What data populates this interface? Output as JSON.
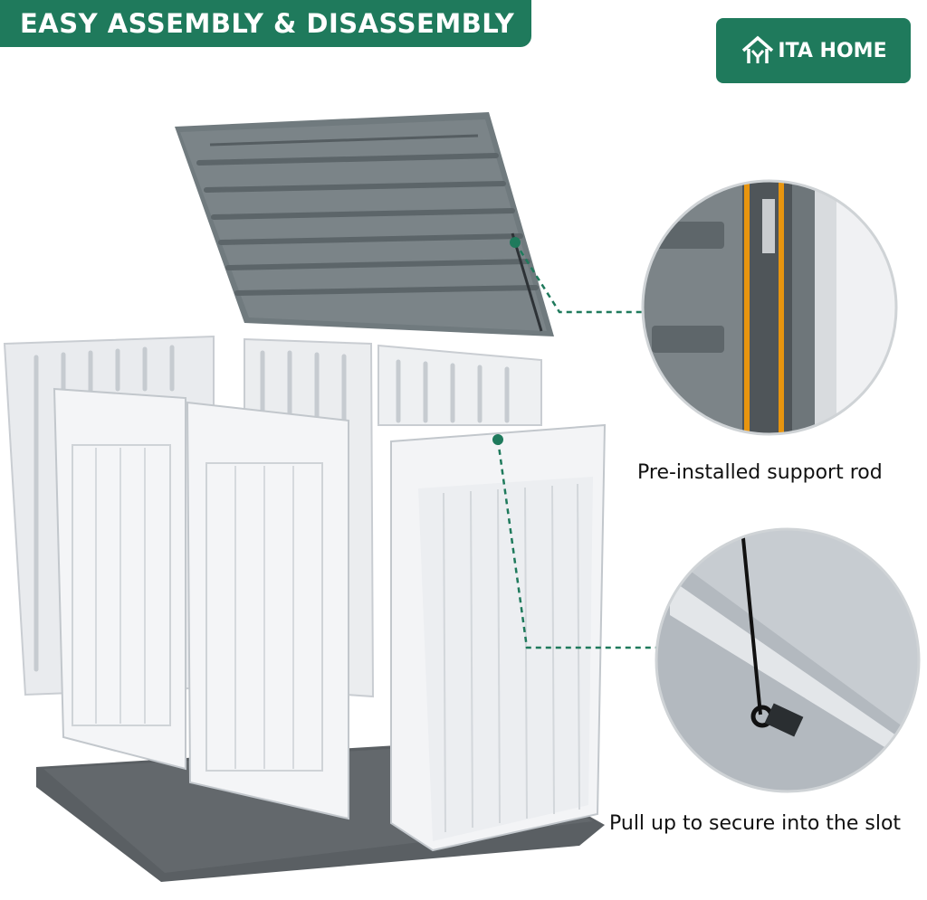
{
  "banner": {
    "title": "EASY ASSEMBLY & DISASSEMBLY"
  },
  "brand": {
    "logo_text": "ITA HOME",
    "logo_letter": "Y"
  },
  "callouts": [
    {
      "label": "Pre-installed support rod"
    },
    {
      "label": "Pull up to secure into the slot"
    }
  ],
  "colors": {
    "brand_green": "#1f7a5c",
    "lid_gray": "#6f777b",
    "panel_white": "#f2f3f5",
    "accent_orange": "#e8950f"
  },
  "icons": [
    "house-logo-icon"
  ]
}
